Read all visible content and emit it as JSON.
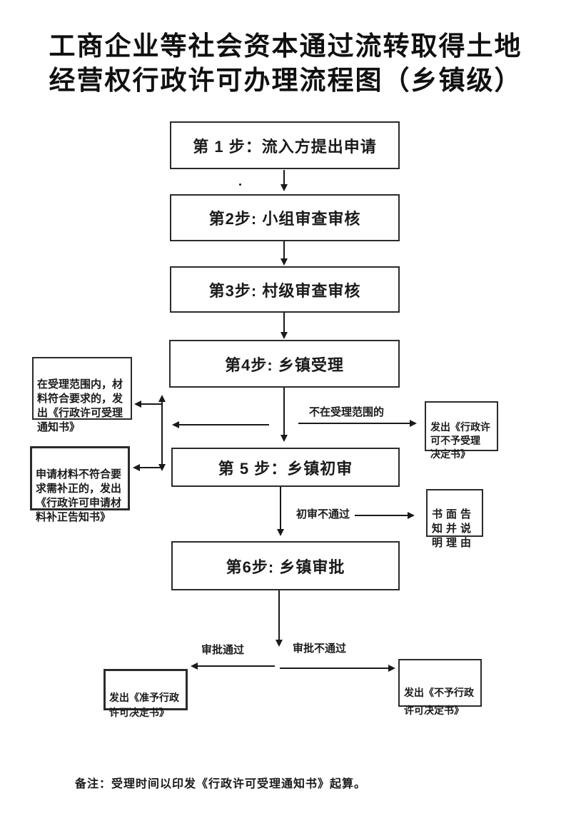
{
  "title": {
    "line1": "工商企业等社会资本通过流转取得土地",
    "line2": "经营权行政许可办理流程图（乡镇级）"
  },
  "steps": [
    {
      "label": "第 1 步：流入方提出申请"
    },
    {
      "label": "第2步: 小组审查审核"
    },
    {
      "label": "第3步: 村级审查审核"
    },
    {
      "label": "第4步: 乡镇受理"
    },
    {
      "label": "第 5 步：乡镇初审"
    },
    {
      "label": "第6步: 乡镇审批"
    }
  ],
  "notes": {
    "accept_notice": "在受理范围内，材\n料符合要求的，发\n出《行政许可受理\n通知书》",
    "supplement_notice": "申请材料不符合要\n求需补正的，发出\n《行政许可申请材\n料补正告知书》",
    "not_accept_decision": "发出《行政许\n可不予受理\n决定书》",
    "written_inform": "书面告\n知并说\n明理由",
    "approve_decision": "发出《准予行政\n许可决定书》",
    "deny_decision": "发出《不予行政\n许可决定书》"
  },
  "edge_labels": {
    "out_of_scope": "不在受理范围的",
    "initial_fail": "初审不通过",
    "approve_pass": "审批通过",
    "approve_fail": "审批不通过"
  },
  "footnote": "备注：受理时间以印发《行政许可受理通知书》起算。",
  "colors": {
    "line": "#1a1a1a",
    "text": "#1a1a1a",
    "border": "#2b2b2b",
    "background": "#ffffff"
  }
}
